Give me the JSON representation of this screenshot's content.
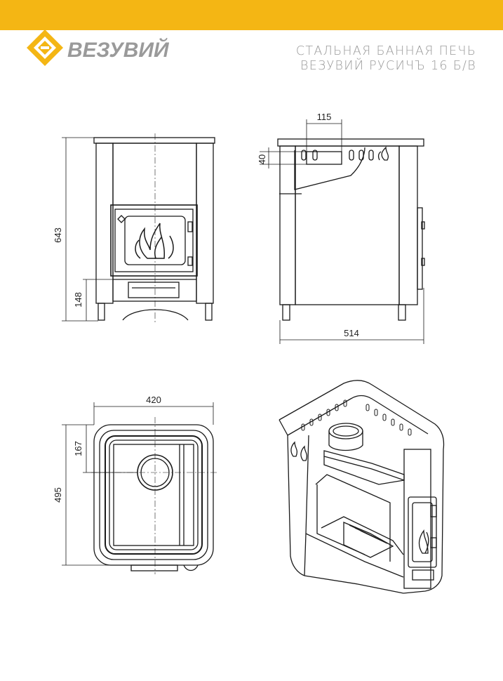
{
  "brand": {
    "name": "ВЕЗУВИЙ",
    "bar_color": "#f4b614",
    "logo_color": "#f4b614",
    "text_color": "#9a9a9a"
  },
  "title": {
    "line1": "СТАЛЬНАЯ БАННАЯ ПЕЧЬ",
    "line2": "ВЕЗУВИЙ РУСИЧЪ 16  Б/В"
  },
  "dimensions": {
    "front_height": "643",
    "front_leg_height": "148",
    "side_chimney_width": "115",
    "side_chimney_offset": "40",
    "side_depth": "514",
    "top_width": "420",
    "top_depth": "495",
    "top_chimney_offset": "167"
  },
  "views": [
    "front-view",
    "side-view",
    "top-view",
    "cutaway-view"
  ]
}
